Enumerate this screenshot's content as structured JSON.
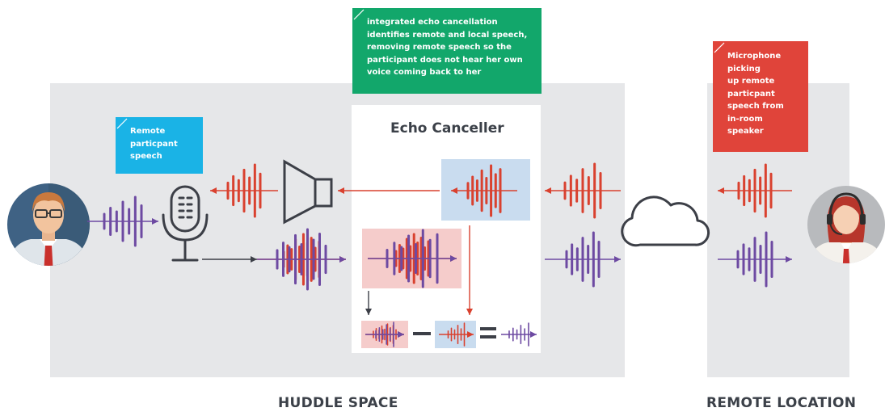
{
  "labels": {
    "huddle_space": "HUDDLE SPACE",
    "remote_location": "REMOTE LOCATION",
    "echo_canceller": "Echo Canceller"
  },
  "callouts": {
    "remote_speech": {
      "lines": [
        "Remote",
        "particpant",
        "speech"
      ],
      "color": "#1ab3e6"
    },
    "echo_cancellation": {
      "lines": [
        "integrated echo cancellation",
        "identifies remote and local speech,",
        "removing remote speech so the",
        "participant does not hear her own",
        "voice coming back to her"
      ],
      "color": "#12a76b"
    },
    "mic_pickup": {
      "lines": [
        "Microphone",
        "picking",
        "up remote",
        "particpant",
        "speech from",
        "in-room",
        "speaker"
      ],
      "color": "#e0443a"
    }
  },
  "colors": {
    "room_bg": "#e6e7e9",
    "panel_bg": "#ffffff",
    "red_wave": "#d9412f",
    "purple_wave": "#6d4aa2",
    "blue_box": "#c9dcef",
    "pink_box": "#f5cccb",
    "dark": "#3c3f47"
  },
  "icons": [
    "local-participant-avatar",
    "microphone-icon",
    "speaker-icon",
    "cloud-icon",
    "remote-participant-avatar"
  ],
  "equation_symbols": {
    "minus": "–",
    "equals": "="
  }
}
